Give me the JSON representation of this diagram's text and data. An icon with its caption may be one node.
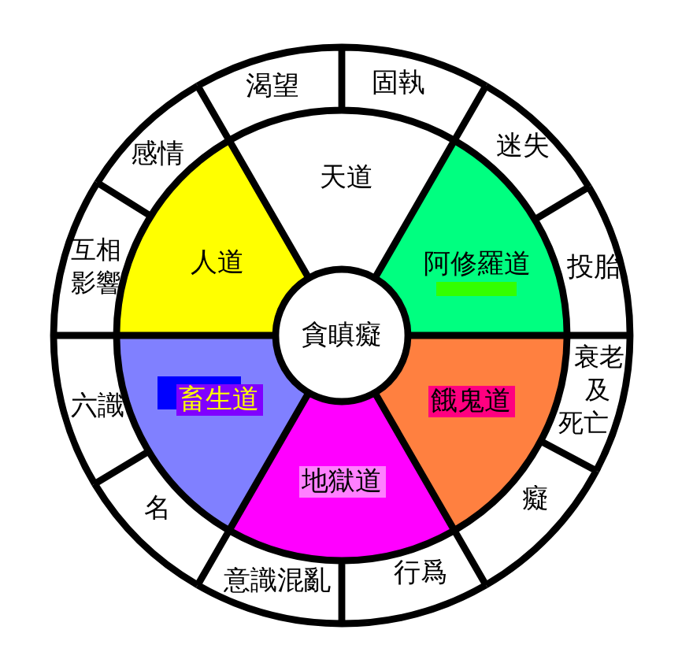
{
  "diagram": {
    "nodes": [
      {
        "text": [
          "貪瞋癡"
        ]
      },
      {
        "text": [
          "天道"
        ]
      },
      {
        "text": [
          "阿修羅道"
        ]
      },
      {
        "text": [
          "餓鬼道"
        ]
      },
      {
        "text": [
          "地獄道"
        ]
      },
      {
        "text": [
          "畜生道"
        ]
      },
      {
        "text": [
          "人道"
        ]
      },
      {
        "text": [
          "固執"
        ]
      },
      {
        "text": [
          "迷失"
        ]
      },
      {
        "text": [
          "投胎"
        ]
      },
      {
        "text": [
          "衰老及死亡"
        ]
      },
      {
        "text": [
          "癡"
        ]
      },
      {
        "text": [
          "行爲"
        ]
      },
      {
        "text": [
          "意識混亂"
        ]
      },
      {
        "text": [
          "名"
        ]
      },
      {
        "text": [
          "六識"
        ]
      },
      {
        "text": [
          "互相影響"
        ]
      },
      {
        "text": [
          "感情"
        ]
      },
      {
        "text": [
          "渴望"
        ]
      }
    ]
  }
}
